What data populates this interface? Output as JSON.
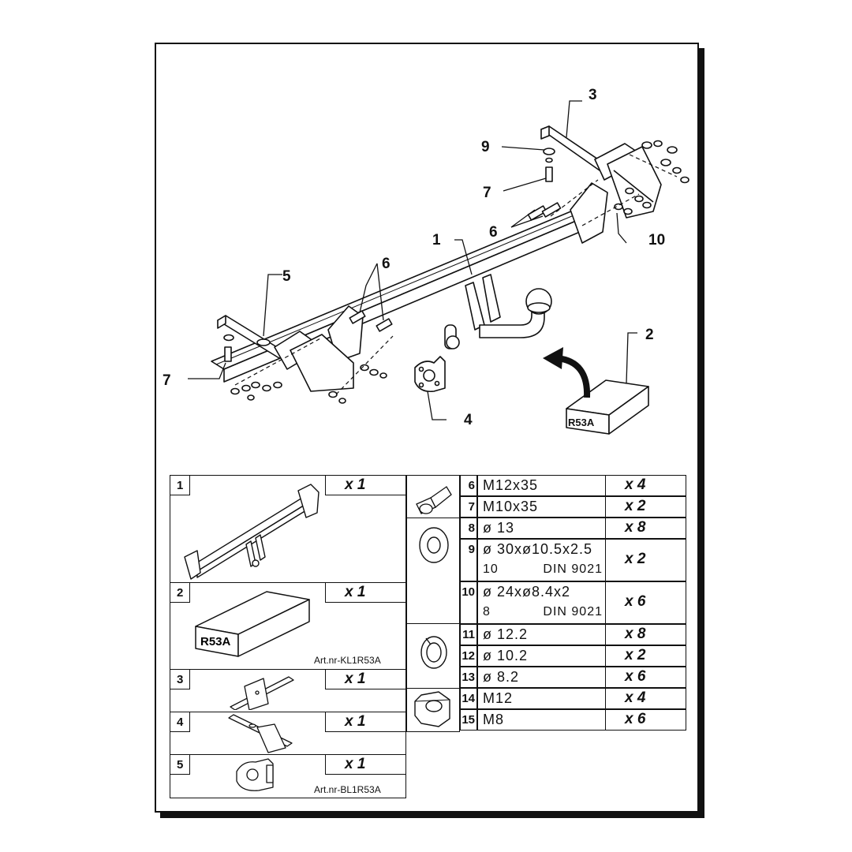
{
  "callouts": [
    "1",
    "2",
    "3",
    "4",
    "5",
    "6",
    "6",
    "7",
    "7",
    "9",
    "10"
  ],
  "kit_box_label": "R53A",
  "left_table": [
    {
      "no": "1",
      "qty": "x 1",
      "art": ""
    },
    {
      "no": "2",
      "qty": "x 1",
      "art": "Art.nr-KL1R53A",
      "box_label": "R53A"
    },
    {
      "no": "3",
      "qty": "x 1",
      "art": ""
    },
    {
      "no": "4",
      "qty": "x 1",
      "art": ""
    },
    {
      "no": "5",
      "qty": "x 1",
      "art": "Art.nr-BL1R53A"
    }
  ],
  "right_table": [
    {
      "no": "6",
      "spec": "M12x35",
      "qty": "x 4"
    },
    {
      "no": "7",
      "spec": "M10x35",
      "qty": "x 2"
    },
    {
      "no": "8",
      "spec": "ø 13",
      "qty": "x 8"
    },
    {
      "no": "9",
      "spec": "ø 30xø10.5x2.5",
      "spec2a": "10",
      "spec2b": "DIN 9021",
      "qty": "x 2"
    },
    {
      "no": "10",
      "spec": "ø 24xø8.4x2",
      "spec2a": "8",
      "spec2b": "DIN 9021",
      "qty": "x 6"
    },
    {
      "no": "11",
      "spec": "ø 12.2",
      "qty": "x 8"
    },
    {
      "no": "12",
      "spec": "ø 10.2",
      "qty": "x 2"
    },
    {
      "no": "13",
      "spec": "ø 8.2",
      "qty": "x 6"
    },
    {
      "no": "14",
      "spec": "M12",
      "qty": "x 4"
    },
    {
      "no": "15",
      "spec": "M8",
      "qty": "x 6"
    }
  ],
  "icons": [
    "bolt-icon",
    "flat-washer-icon",
    "spring-washer-icon",
    "hex-nut-icon"
  ]
}
